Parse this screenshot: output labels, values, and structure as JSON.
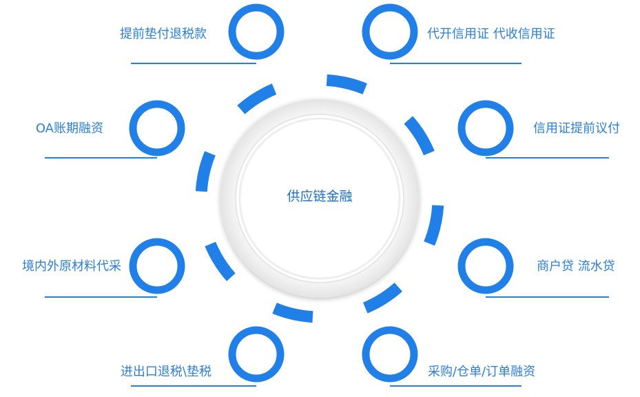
{
  "colors": {
    "accent": "#2080e8",
    "label": "#2a7fd9",
    "ring_outer": "#eeeeee",
    "ring_inner": "#f6f6f6",
    "center_text": "#1c70c8"
  },
  "center": {
    "title": "供应链金融"
  },
  "items": [
    {
      "id": "prepay-tax-refund",
      "side": "left",
      "label": "提前垫付退税款"
    },
    {
      "id": "lc-issue-collect",
      "side": "right",
      "label": "代开信用证  代收信用证"
    },
    {
      "id": "oa-finance",
      "side": "left",
      "label": "OA账期融资"
    },
    {
      "id": "lc-early-payment",
      "side": "right",
      "label": "信用证提前议付"
    },
    {
      "id": "raw-material",
      "side": "left",
      "label": "境内外原材料代采"
    },
    {
      "id": "merchant-loan",
      "side": "right",
      "label": "商户贷  流水贷"
    },
    {
      "id": "import-export-tax",
      "side": "left",
      "label": "进出口退税\\垫税"
    },
    {
      "id": "warehouse-finance",
      "side": "right",
      "label": "采购/仓单/订单融资"
    }
  ]
}
